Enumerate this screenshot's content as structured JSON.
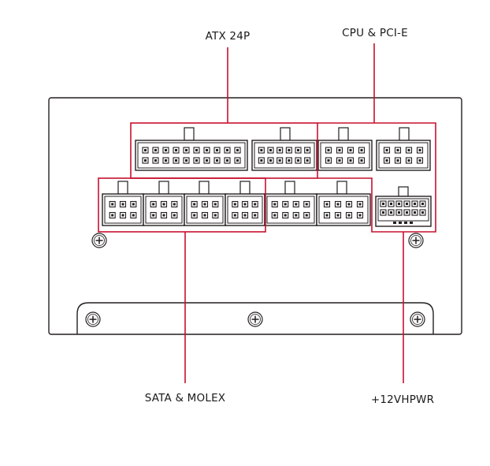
{
  "labels": {
    "atx": "ATX 24P",
    "cpu_pcie": "CPU & PCI-E",
    "sata_molex": "SATA & MOLEX",
    "hpwr": "+12VHPWR"
  },
  "colors": {
    "highlight": "#c8102e",
    "line": "#231f20",
    "background": "#ffffff"
  }
}
